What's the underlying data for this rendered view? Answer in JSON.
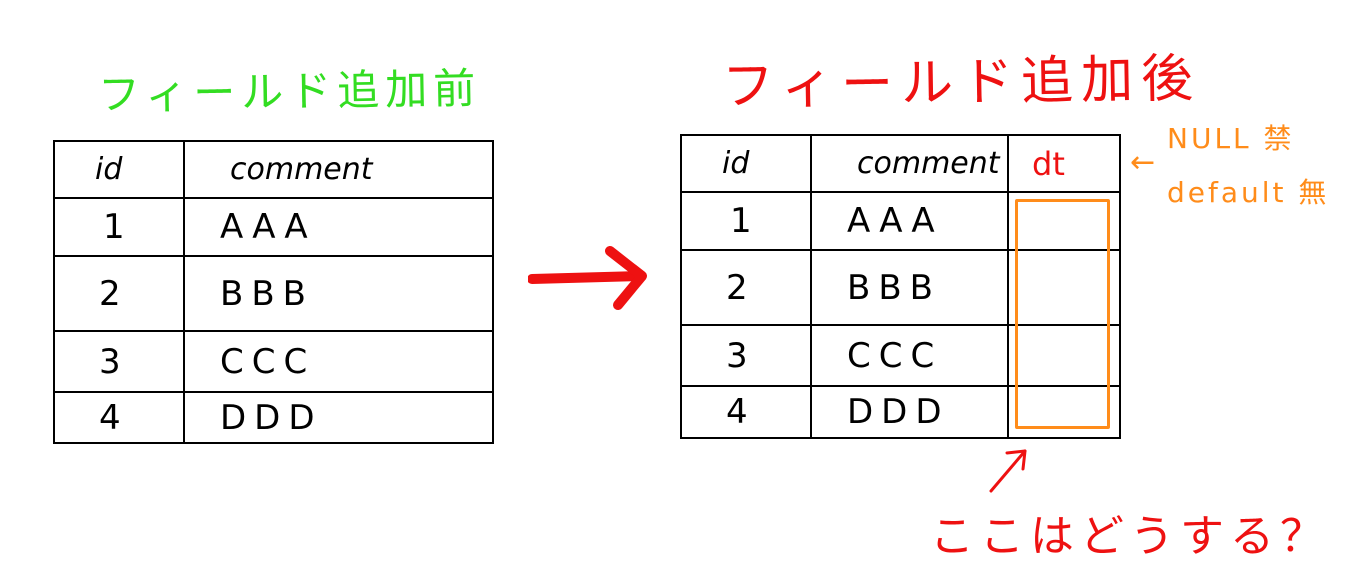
{
  "before": {
    "title": "フィールド追加前",
    "headers": {
      "id": "id",
      "comment": "comment"
    },
    "rows": [
      {
        "id": "1",
        "comment": "AAA"
      },
      {
        "id": "2",
        "comment": "BBB"
      },
      {
        "id": "3",
        "comment": "CCC"
      },
      {
        "id": "4",
        "comment": "DDD"
      }
    ]
  },
  "after": {
    "title": "フィールド追加後",
    "headers": {
      "id": "id",
      "comment": "comment",
      "dt": "dt"
    },
    "rows": [
      {
        "id": "1",
        "comment": "AAA",
        "dt": ""
      },
      {
        "id": "2",
        "comment": "BBB",
        "dt": ""
      },
      {
        "id": "3",
        "comment": "CCC",
        "dt": ""
      },
      {
        "id": "4",
        "comment": "DDD",
        "dt": ""
      }
    ]
  },
  "constraint_note": {
    "arrow": "←",
    "line1": "NULL 禁",
    "line2": "default 無"
  },
  "question": "ここはどうする？",
  "colors": {
    "before_title": "#33dd22",
    "after_title": "#ee1111",
    "arrow": "#ee1111",
    "highlight": "#ff8c1a",
    "note": "#ff8c1a"
  }
}
